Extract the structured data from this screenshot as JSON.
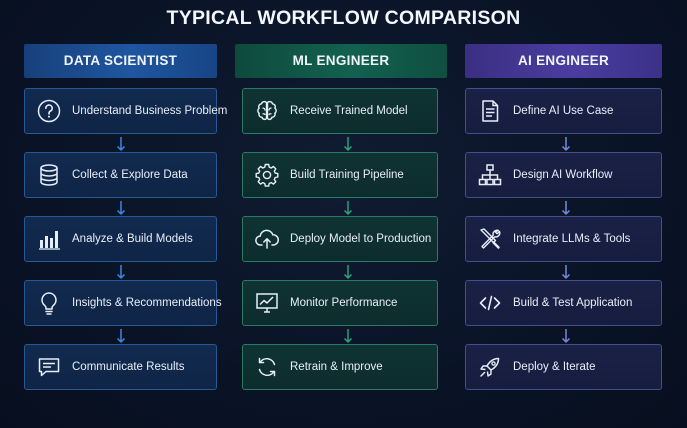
{
  "title": "TYPICAL WORKFLOW COMPARISON",
  "columns": [
    {
      "header": "DATA SCIENTIST",
      "color": "#1f56a0",
      "steps": [
        {
          "label": "Understand Business Problem",
          "icon": "question-icon"
        },
        {
          "label": "Collect & Explore Data",
          "icon": "database-icon"
        },
        {
          "label": "Analyze & Build Models",
          "icon": "bar-chart-icon"
        },
        {
          "label": "Insights & Recommendations",
          "icon": "lightbulb-icon"
        },
        {
          "label": "Communicate Results",
          "icon": "message-icon"
        }
      ]
    },
    {
      "header": "ML ENGINEER",
      "color": "#136150",
      "steps": [
        {
          "label": "Receive Trained Model",
          "icon": "brain-icon"
        },
        {
          "label": "Build Training Pipeline",
          "icon": "gear-icon"
        },
        {
          "label": "Deploy Model to Production",
          "icon": "cloud-upload-icon"
        },
        {
          "label": "Monitor Performance",
          "icon": "monitor-chart-icon"
        },
        {
          "label": "Retrain & Improve",
          "icon": "refresh-icon"
        }
      ]
    },
    {
      "header": "AI ENGINEER",
      "color": "#4a3da0",
      "steps": [
        {
          "label": "Define AI Use Case",
          "icon": "document-icon"
        },
        {
          "label": "Design AI Workflow",
          "icon": "hierarchy-icon"
        },
        {
          "label": "Integrate LLMs & Tools",
          "icon": "tools-icon"
        },
        {
          "label": "Build & Test Application",
          "icon": "code-icon"
        },
        {
          "label": "Deploy & Iterate",
          "icon": "rocket-icon"
        }
      ]
    }
  ]
}
